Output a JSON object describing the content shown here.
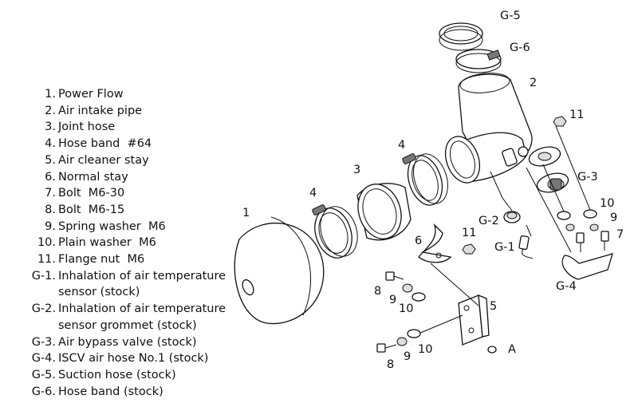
{
  "legend": [
    {
      "num": "1.",
      "text": "Power Flow"
    },
    {
      "num": "2.",
      "text": "Air intake pipe"
    },
    {
      "num": "3.",
      "text": "Joint hose"
    },
    {
      "num": "4.",
      "text": "Hose band  #64"
    },
    {
      "num": "5.",
      "text": "Air cleaner stay"
    },
    {
      "num": "6.",
      "text": "Normal stay"
    },
    {
      "num": "7.",
      "text": "Bolt  M6-30"
    },
    {
      "num": "8.",
      "text": "Bolt  M6-15"
    },
    {
      "num": "9.",
      "text": "Spring washer  M6"
    },
    {
      "num": "10.",
      "text": "Plain washer  M6"
    },
    {
      "num": "11.",
      "text": "Flange nut  M6"
    },
    {
      "num": "G-1.",
      "text": "Inhalation of air temperature\nsensor (stock)"
    },
    {
      "num": "G-2.",
      "text": "Inhalation of air temperature\nsensor grommet (stock)"
    },
    {
      "num": "G-3.",
      "text": "Air bypass valve (stock)"
    },
    {
      "num": "G-4.",
      "text": "ISCV air hose No.1 (stock)"
    },
    {
      "num": "G-5.",
      "text": "Suction hose (stock)"
    },
    {
      "num": "G-6.",
      "text": "Hose band (stock)"
    }
  ],
  "callouts": {
    "g5": "G-5",
    "g6": "G-6",
    "p2": "2",
    "p11a": "11",
    "p4a": "4",
    "p3": "3",
    "g3": "G-3",
    "p4b": "4",
    "p1": "1",
    "p10a": "10",
    "p9a": "9",
    "g2": "G-2",
    "p7": "7",
    "p6": "6",
    "p11b": "11",
    "g1": "G-1",
    "g4": "G-4",
    "p8a": "8",
    "p9b": "9",
    "p10b": "10",
    "p5": "5",
    "pa": "A",
    "p10c": "10",
    "p8b": "8",
    "p9c": "9"
  }
}
